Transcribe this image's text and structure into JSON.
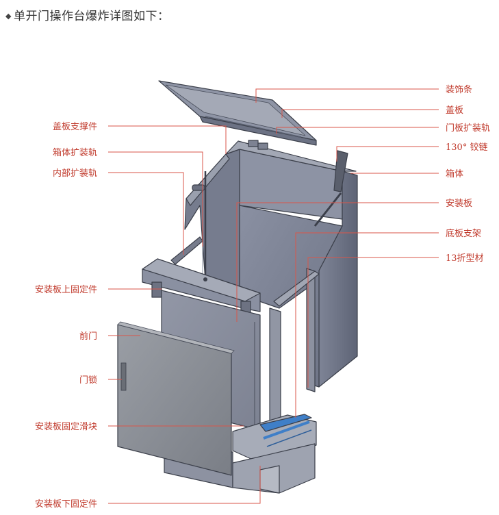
{
  "header": {
    "bullet": "◆",
    "title": "单开门操作台爆炸详图如下："
  },
  "colors": {
    "callout_text": "#c0392b",
    "leader_line": "#d9564a",
    "cabinet_body": "#7b8194",
    "cabinet_shadow": "#5c6273",
    "panel_light": "#a9aebb",
    "rail_blue": "#3f7fc8"
  },
  "labels": {
    "left": [
      "盖板支撑件",
      "箱体扩装轨",
      "内部扩装轨",
      "安装板上固定件",
      "前门",
      "门锁",
      "安装板固定滑块",
      "安装板下固定件"
    ],
    "right": [
      "装饰条",
      "盖板",
      "门板扩装轨",
      "130° 铰链",
      "箱体",
      "安装板",
      "底板支架",
      "13折型材"
    ]
  }
}
